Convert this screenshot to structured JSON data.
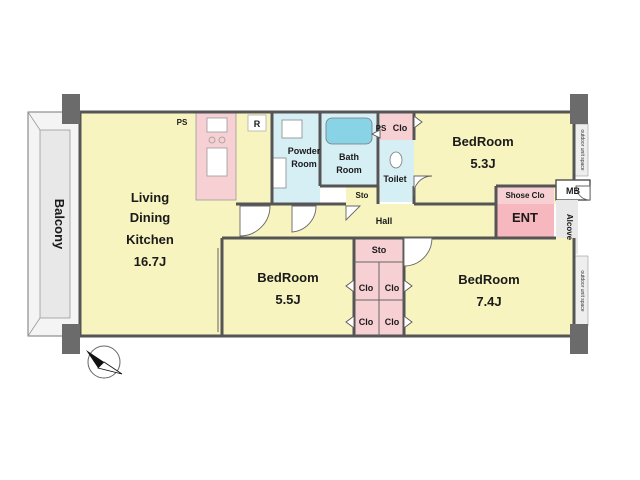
{
  "colors": {
    "room": "#f7f4bf",
    "wet": "#d6eff5",
    "pink": "#f6d0d3",
    "entry": "#f7b7bf",
    "wall": "#555555",
    "column": "#6b6b6b",
    "balcony": "#e8e8e8",
    "outdoor": "#eeeeee"
  },
  "labels": {
    "ldk_1": "Living",
    "ldk_2": "Dining",
    "ldk_3": "Kitchen",
    "ldk_size": "16.7J",
    "balcony": "Balcony",
    "bed_ne": "BedRoom",
    "bed_ne_size": "5.3J",
    "bed_center": "BedRoom",
    "bed_center_size": "5.5J",
    "bed_se": "BedRoom",
    "bed_se_size": "7.4J",
    "powder_1": "Powder",
    "powder_2": "Room",
    "bath_1": "Bath",
    "bath_2": "Room",
    "toilet": "Toilet",
    "ps_kitchen": "PS",
    "ps_bath": "PS",
    "r": "R",
    "clo_ne": "Clo",
    "sto_hall": "Sto",
    "hall": "Hall",
    "shoes_clo": "Shose Clo",
    "ent": "ENT",
    "mb": "MB",
    "alcove": "Alcove",
    "sto_mid": "Sto",
    "clo_1": "Clo",
    "clo_2": "Clo",
    "clo_3": "Clo",
    "clo_4": "Clo",
    "outdoor_1": "outdoor unit space",
    "outdoor_2": "outdoor unit space"
  },
  "icons": {
    "compass": "north-arrow-icon"
  }
}
